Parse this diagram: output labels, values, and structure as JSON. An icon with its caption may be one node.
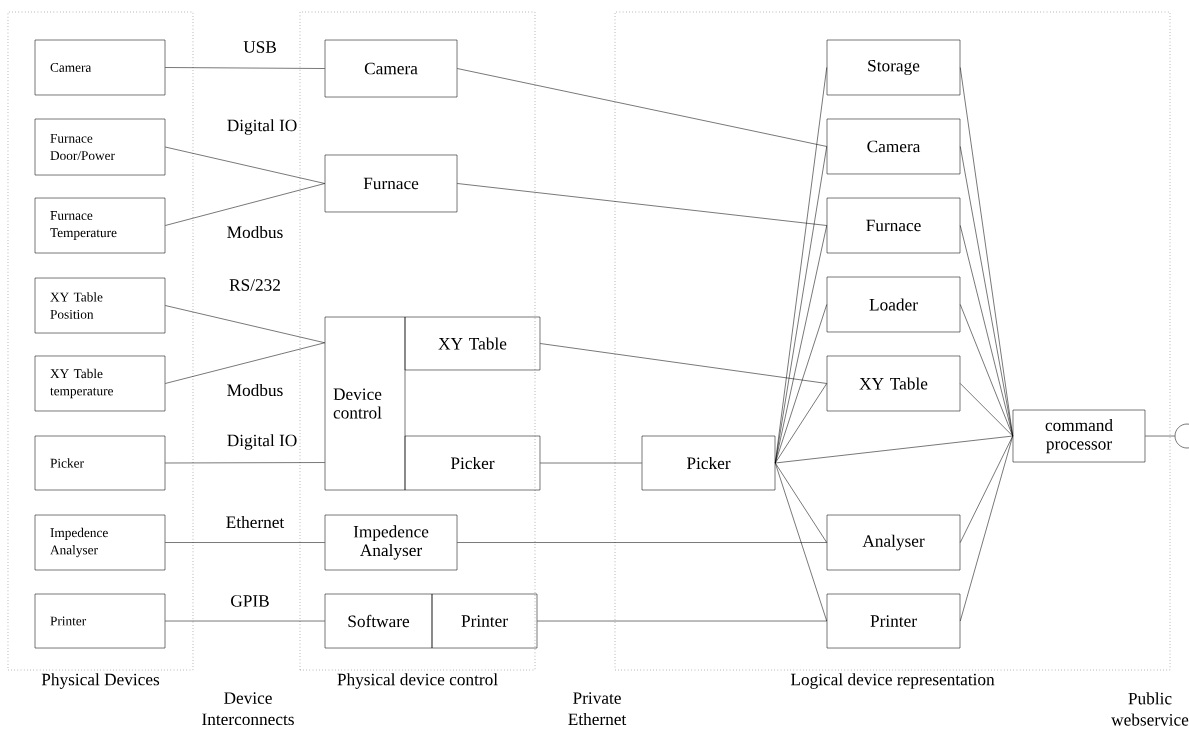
{
  "diagram": {
    "nodes": [
      {
        "text": [
          "Physical Devices"
        ]
      },
      {
        "text": [
          "Camera"
        ],
        "in": 0
      },
      {
        "text": [
          "Furnace Door/Power"
        ],
        "in": 0
      },
      {
        "text": [
          "Furnace Temperature"
        ],
        "in": 0
      },
      {
        "text": [
          "XY Table Position"
        ],
        "in": 0
      },
      {
        "text": [
          "XY Table temperature"
        ],
        "in": 0
      },
      {
        "text": [
          "Picker"
        ],
        "in": 0
      },
      {
        "text": [
          "Impedence Analyser"
        ],
        "in": 0
      },
      {
        "text": [
          "Printer"
        ],
        "in": 0
      },
      {
        "text": [
          "Physical device control"
        ]
      },
      {
        "text": [
          "Camera"
        ],
        "in": 9
      },
      {
        "text": [
          "Furnace"
        ],
        "in": 9
      },
      {
        "text": [
          "Device control"
        ],
        "in": 9
      },
      {
        "text": [
          "XY Table"
        ],
        "in": 9
      },
      {
        "text": [
          "Picker"
        ],
        "in": 9
      },
      {
        "text": [
          "Impedence Analyser"
        ],
        "in": 9
      },
      {
        "text": [
          "Software"
        ],
        "in": 9
      },
      {
        "text": [
          "Printer"
        ],
        "in": 9
      },
      {
        "text": [
          "Logical device representation"
        ]
      },
      {
        "text": [
          "Storage"
        ],
        "in": 18
      },
      {
        "text": [
          "Camera"
        ],
        "in": 18
      },
      {
        "text": [
          "Furnace"
        ],
        "in": 18
      },
      {
        "text": [
          "Loader"
        ],
        "in": 18
      },
      {
        "text": [
          "XY Table"
        ],
        "in": 18
      },
      {
        "text": [
          "Picker"
        ],
        "in": 18
      },
      {
        "text": [
          "Analyser"
        ],
        "in": 18
      },
      {
        "text": [
          "Printer"
        ],
        "in": 18
      },
      {
        "text": [
          "command processor"
        ],
        "in": 18
      },
      {
        "text": [],
        "shape": "circle"
      }
    ],
    "edges": [
      {
        "from": 1,
        "to": 10,
        "arrow": "none",
        "label": "USB"
      },
      {
        "from": 2,
        "to": 11,
        "arrow": "none",
        "label": "Digital IO"
      },
      {
        "from": 3,
        "to": 11,
        "arrow": "none",
        "label": "Modbus"
      },
      {
        "from": 4,
        "to": 12,
        "arrow": "none",
        "label": "RS/232"
      },
      {
        "from": 5,
        "to": 12,
        "arrow": "none",
        "label": "Modbus"
      },
      {
        "from": 6,
        "to": 12,
        "arrow": "none",
        "label": "Digital IO"
      },
      {
        "from": 7,
        "to": 15,
        "arrow": "none",
        "label": "Ethernet"
      },
      {
        "from": 8,
        "to": 16,
        "arrow": "none",
        "label": "GPIB"
      },
      {
        "from": 10,
        "to": 20,
        "arrow": "none"
      },
      {
        "from": 11,
        "to": 21,
        "arrow": "none"
      },
      {
        "from": 13,
        "to": 23,
        "arrow": "none"
      },
      {
        "from": 14,
        "to": 24,
        "arrow": "none"
      },
      {
        "from": 15,
        "to": 25,
        "arrow": "none"
      },
      {
        "from": 17,
        "to": 26,
        "arrow": "none"
      },
      {
        "from": 24,
        "to": 19,
        "arrow": "none"
      },
      {
        "from": 24,
        "to": 20,
        "arrow": "none"
      },
      {
        "from": 24,
        "to": 21,
        "arrow": "none"
      },
      {
        "from": 24,
        "to": 22,
        "arrow": "none"
      },
      {
        "from": 24,
        "to": 23,
        "arrow": "none"
      },
      {
        "from": 24,
        "to": 27,
        "arrow": "none"
      },
      {
        "from": 24,
        "to": 25,
        "arrow": "none"
      },
      {
        "from": 24,
        "to": 26,
        "arrow": "none"
      },
      {
        "from": 19,
        "to": 27,
        "arrow": "none"
      },
      {
        "from": 20,
        "to": 27,
        "arrow": "none"
      },
      {
        "from": 21,
        "to": 27,
        "arrow": "none"
      },
      {
        "from": 22,
        "to": 27,
        "arrow": "none"
      },
      {
        "from": 23,
        "to": 27,
        "arrow": "none"
      },
      {
        "from": 25,
        "to": 27,
        "arrow": "none"
      },
      {
        "from": 26,
        "to": 27,
        "arrow": "none"
      },
      {
        "from": 27,
        "to": 28,
        "arrow": "none"
      }
    ],
    "labels": [
      "Device Interconnects",
      "Private Ethernet",
      "Public webservice"
    ]
  }
}
